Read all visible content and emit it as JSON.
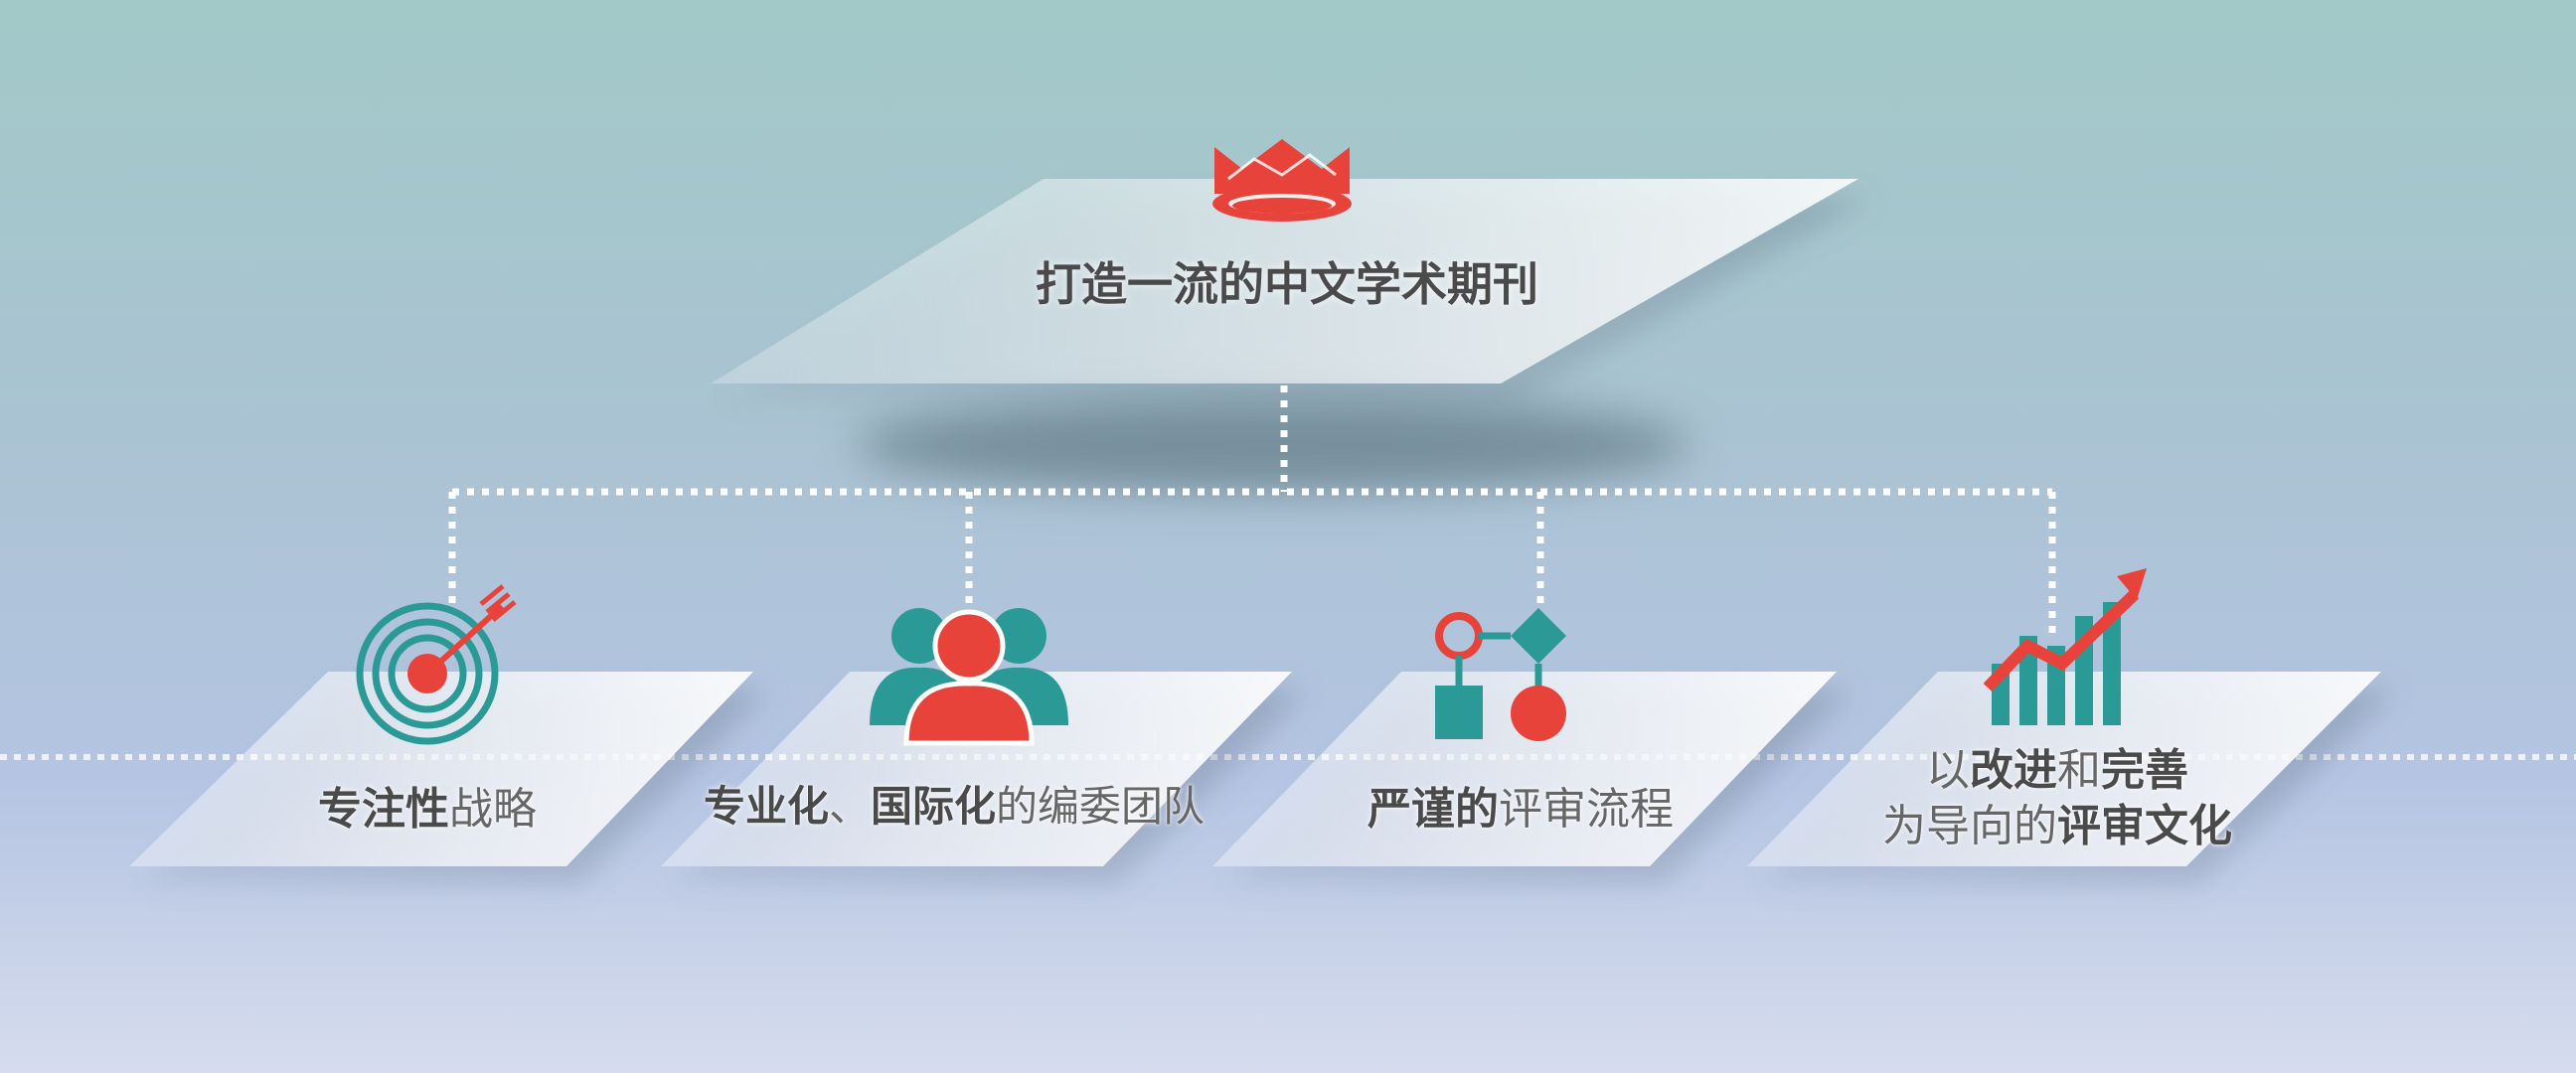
{
  "root": {
    "title": "打造一流的中文学术期刊",
    "icon": "crown-icon",
    "icon_color": "#e8433a"
  },
  "items": [
    {
      "icon": "target-arrow-icon",
      "parts": [
        {
          "text": "专注性",
          "bold": true
        },
        {
          "text": "战略",
          "bold": false
        }
      ]
    },
    {
      "icon": "team-people-icon",
      "parts": [
        {
          "text": "专业化",
          "bold": true
        },
        {
          "text": "、",
          "bold": false
        },
        {
          "text": "国际化",
          "bold": true
        },
        {
          "text": "的编委团队",
          "bold": false
        }
      ]
    },
    {
      "icon": "process-flow-icon",
      "parts": [
        {
          "text": "严谨的",
          "bold": true
        },
        {
          "text": "评审流程",
          "bold": false
        }
      ]
    },
    {
      "icon": "growth-chart-icon",
      "line1": [
        {
          "text": "以",
          "bold": false
        },
        {
          "text": "改进",
          "bold": true
        },
        {
          "text": "和",
          "bold": false
        },
        {
          "text": "完善",
          "bold": true
        }
      ],
      "line2": [
        {
          "text": "为导向的",
          "bold": false
        },
        {
          "text": "评审文化",
          "bold": true
        }
      ]
    }
  ],
  "colors": {
    "accent_red": "#e8433a",
    "accent_teal": "#2b9a96",
    "connector": "#ffffff"
  }
}
